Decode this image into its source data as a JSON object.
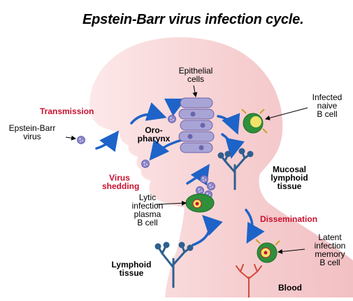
{
  "title": "Epstein-Barr virus infection cycle.",
  "labels": {
    "transmission": "Transmission",
    "virus": [
      "Epstein-Barr",
      "virus"
    ],
    "epithelial": [
      "Epithelial",
      "cells"
    ],
    "oropharynx": [
      "Oro-",
      "pharynx"
    ],
    "infected_naive": [
      "Infected",
      "naive",
      "B cell"
    ],
    "virus_shedding": [
      "Virus",
      "shedding"
    ],
    "lytic": [
      "Lytic",
      "infection",
      "plasma",
      "B cell"
    ],
    "mucosal": [
      "Mucosal",
      "lymphoid",
      "tissue"
    ],
    "dissemination": "Dissemination",
    "latent": [
      "Latent",
      "infection",
      "memory",
      "B cell"
    ],
    "lymphoid": [
      "Lymphoid",
      "tissue"
    ],
    "blood": "Blood"
  },
  "colors": {
    "head": "#f4c6c9",
    "head_light": "#fbe3e4",
    "arrow": "#1e63c8",
    "label_red": "#c8102e",
    "epithelial": "#a9a4d6",
    "virus": "#8a86c8",
    "b_cell_infected": "#2f8f3a",
    "b_cell_plasma": "#2f8f3a",
    "tissue": "#2f5f8f",
    "blood": "#d24a3a"
  },
  "icons": [
    "virus-particle-icon",
    "epithelial-cells-icon",
    "b-cell-icon",
    "lymphoid-tissue-icon",
    "blood-vessel-icon"
  ]
}
